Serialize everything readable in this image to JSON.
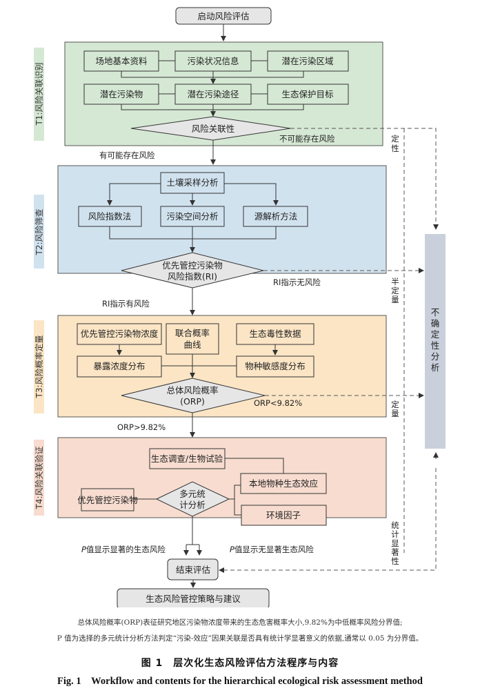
{
  "colors": {
    "t1_bg": "#d5e8d4",
    "t2_bg": "#d1e2ef",
    "t3_bg": "#fbe5c5",
    "t4_bg": "#f7dccf",
    "terminal_bg": "#e6e6e6",
    "uncertainty_bg": "#c9d0dc",
    "line": "#333333"
  },
  "start": "启动风险评估",
  "t1": {
    "label": "T1:风险关联识别",
    "row1": [
      "场地基本资料",
      "污染状况信息",
      "潜在污染区域"
    ],
    "row2": [
      "潜在污染物",
      "潜在污染途径",
      "生态保护目标"
    ],
    "decision": "风险关联性",
    "no_label": "不可能存在风险",
    "yes_label": "有可能存在风险"
  },
  "t2": {
    "label": "T2:风险筛查",
    "top": "土壤采样分析",
    "methods": [
      "风险指数法",
      "污染空间分析",
      "源解析方法"
    ],
    "decision_line1": "优先管控污染物",
    "decision_line2": "风险指数(RI)",
    "no_label": "RI指示无风险",
    "yes_label": "RI指示有风险"
  },
  "t3": {
    "label": "T3:风险概率定量",
    "left_top": "优先管控污染物浓度",
    "left_bottom": "暴露浓度分布",
    "center_line1": "联合概率",
    "center_line2": "曲线",
    "right_top": "生态毒性数据",
    "right_bottom": "物种敏感度分布",
    "decision_line1": "总体风险概率",
    "decision_line2": "(ORP)",
    "no_label": "ORP<9.82%",
    "yes_label": "ORP>9.82%"
  },
  "t4": {
    "label": "T4:风险关联验证",
    "survey": "生态调查/生物试验",
    "pollutant": "优先管控污染物",
    "decision_line1": "多元统",
    "decision_line2": "计分析",
    "local_effect": "本地物种生态效应",
    "env_factor": "环境因子",
    "sig_label_p": "P",
    "sig_label": "值显示显著的生态风险",
    "nonsig_label_p": "P",
    "nonsig_label": "值显示无显著生态风险"
  },
  "side_labels": {
    "qualitative": [
      "定",
      "性"
    ],
    "semi_quantitative": [
      "半",
      "定",
      "量"
    ],
    "quantitative": [
      "定",
      "量"
    ],
    "statistical": [
      "统",
      "计",
      "显",
      "著",
      "性"
    ]
  },
  "uncertainty": [
    "不",
    "确",
    "定",
    "性",
    "分",
    "析"
  ],
  "end": "结束评估",
  "final": "生态风险管控策略与建议",
  "notes": {
    "line1": "总体风险概率(ORP)表征研究地区污染物浓度带来的生态危害概率大小,9.82%为中低概率风险分界值;",
    "line2": "P 值为选择的多元统计分析方法判定“污染-效应”因果关联是否具有统计学显著意义的依据,通常以 0.05 为分界值。"
  },
  "figure": {
    "title_cn": "图 1　层次化生态风险评估方法程序与内容",
    "title_en": "Fig. 1　Workflow and contents for the hierarchical ecological risk assessment method"
  }
}
